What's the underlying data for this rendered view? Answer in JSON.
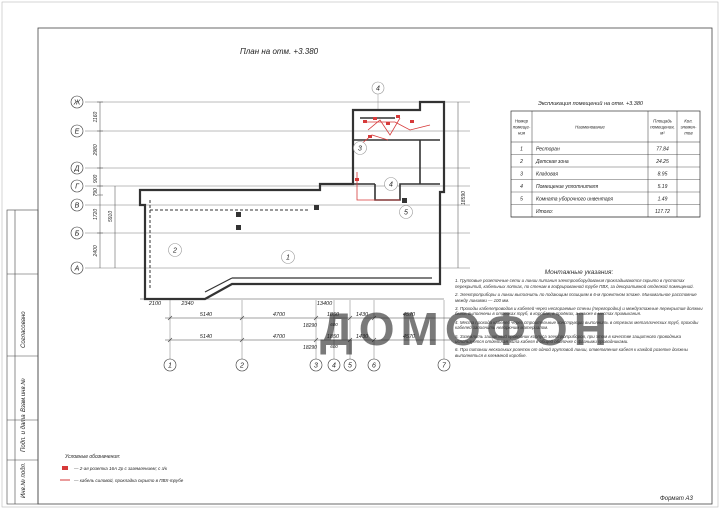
{
  "plan_title": "План на отм. +3.380",
  "grid_rows": [
    "Ж",
    "Е",
    "Д",
    "Г",
    "В",
    "Б",
    "А"
  ],
  "grid_cols": [
    "1",
    "2",
    "3",
    "4",
    "5",
    "6",
    "7"
  ],
  "vertical_dims": [
    "1160",
    "2980",
    "900",
    "790",
    "1720",
    "2400"
  ],
  "vertical_extra": [
    "5910"
  ],
  "top_dims": [
    "2100",
    "2340",
    "13400"
  ],
  "dims_row1": [
    "5140",
    "4700",
    "1850",
    "1430",
    "4570"
  ],
  "dims_row1_total": "18290",
  "dims_row1_small": "600",
  "dims_row2": [
    "5140",
    "4700",
    "1850",
    "1430",
    "4570"
  ],
  "dims_row2_total": "18290",
  "dims_row2_small": "600",
  "right_dim": "18590",
  "room_markers": [
    "1",
    "2",
    "3",
    "4",
    "5"
  ],
  "explication": {
    "title": "Экспликация помещений на отм. +3.380",
    "headers": [
      "Номер помещения",
      "Наименование",
      "Площадь помещения, м²",
      "Кол. элементов"
    ],
    "rows": [
      {
        "num": "1",
        "name": "Ресторан",
        "area": "77.84"
      },
      {
        "num": "2",
        "name": "Детская зона",
        "area": "24.25"
      },
      {
        "num": "3",
        "name": "Кладовая",
        "area": "8.95"
      },
      {
        "num": "4",
        "name": "Помещение уплотнителя",
        "area": "5.19"
      },
      {
        "num": "5",
        "name": "Комната уборочного инвентаря",
        "area": "1.49"
      }
    ],
    "total_label": "Итого:",
    "total_area": "117.72"
  },
  "notes": {
    "title": "Монтажные указания:",
    "items": [
      "1. Групповые розеточные сети и линии питания электрооборудования прокладываются скрыто в пустотах перекрытий, кабельных лотках, по стенам в гофрированной трубе ПВХ, за декоративной отделкой помещений.",
      "2. Электроприборы и линии выполнить по подающим позициям в 6-м проектном этаже. Минимальное расстояние между линиями — 100 мм.",
      "3. Проходы кабелепроводов и кабелей через несгораемые стены (перегородки) и междуэтажные перекрытия должны быть выполнены в отрезках труб, в коробах, в проёмах, а также в местах примыкания.",
      "4. Места прохода кабелей через строительные конструкции выполнить в отрезках металлических труб, проходы кабелей заполнить негорючим материалом.",
      "5. Заземлить защитный проводник корпуса электроприборов, при этом в качестве защитного проводника используется отдельная жила кабеля в общей оболочке с фазными проводниками.",
      "6. При питании нескольких розеток от одной групповой линии, ответвления кабеля к каждой розетке должны выполняться в клеммной коробке."
    ]
  },
  "legend": {
    "title": "Условные обозначения:",
    "items": [
      "— 2-ая розетка 16А 2р с заземлением; с з/к",
      "— кабель силовой, прокладка скрыто в ПВХ-трубе"
    ]
  },
  "stamp": [
    "Инв.№ подл.",
    "Подп. и дата",
    "Взам.инв.№",
    "Согласовано"
  ],
  "format_label": "Формат А3",
  "colors": {
    "line": "#333333",
    "accent": "#d63a3a",
    "marker": "#999999",
    "watermark": "#e5e5e5"
  }
}
